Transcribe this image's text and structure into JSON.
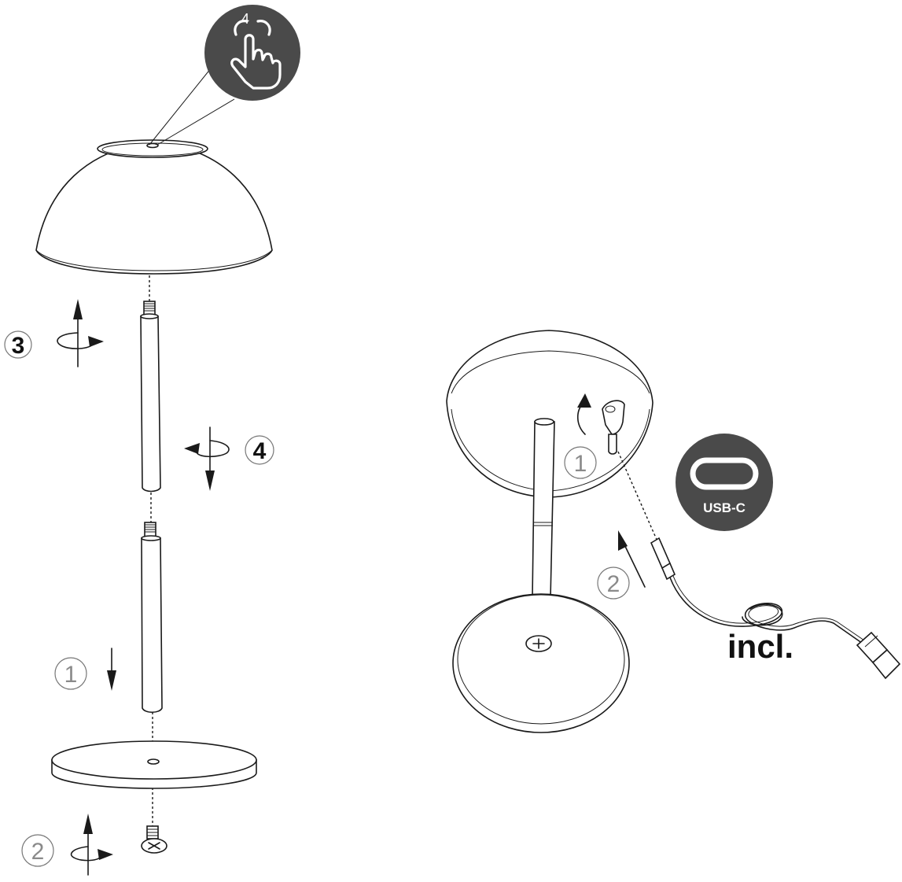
{
  "steps": {
    "assembly": [
      {
        "label": "1",
        "style": "light"
      },
      {
        "label": "2",
        "style": "light"
      },
      {
        "label": "3",
        "style": "bold"
      },
      {
        "label": "4",
        "style": "bold"
      }
    ],
    "charging": [
      {
        "label": "1",
        "style": "light"
      },
      {
        "label": "2",
        "style": "light"
      }
    ]
  },
  "touch_badge": {
    "label": "4",
    "icon": "touch-hand-icon",
    "color": "#4a4a4a"
  },
  "usb_badge": {
    "label": "USB-C",
    "icon": "usb-c-port-icon",
    "color": "#4a4a4a"
  },
  "cable_note": "incl.",
  "colors": {
    "line": "#1a1a1a",
    "badge": "#4a4a4a",
    "step_number": "#8a8a8a"
  }
}
